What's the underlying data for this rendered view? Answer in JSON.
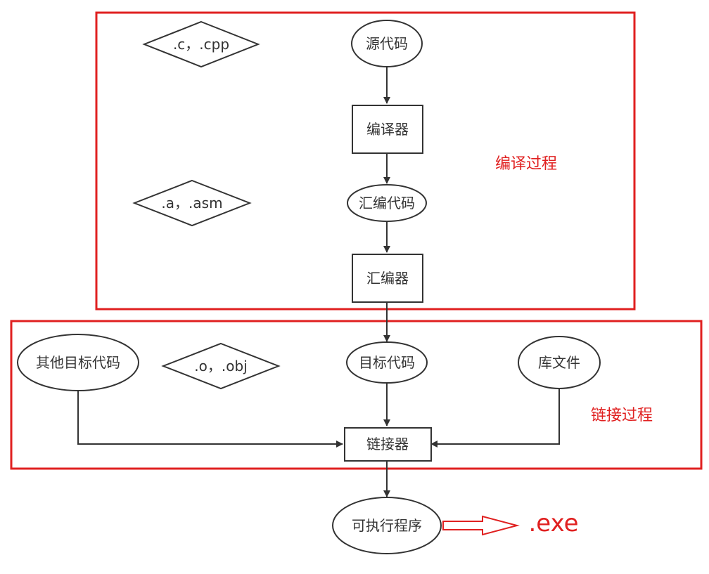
{
  "groups": {
    "compile": {
      "label": "编译过程"
    },
    "link": {
      "label": "链接过程"
    }
  },
  "nodes": {
    "source_code": "源代码",
    "compiler": "编译器",
    "assembly_code": "汇编代码",
    "assembler": "汇编器",
    "object_code": "目标代码",
    "other_object_code": "其他目标代码",
    "library_files": "库文件",
    "linker": "链接器",
    "executable": "可执行程序"
  },
  "file_types": {
    "c_cpp": ".c，.cpp",
    "a_asm": ".a，.asm",
    "o_obj": ".o，.obj"
  },
  "output": {
    "extension": ".exe"
  },
  "colors": {
    "accent": "#e02020",
    "stroke": "#333333",
    "background": "#ffffff"
  }
}
